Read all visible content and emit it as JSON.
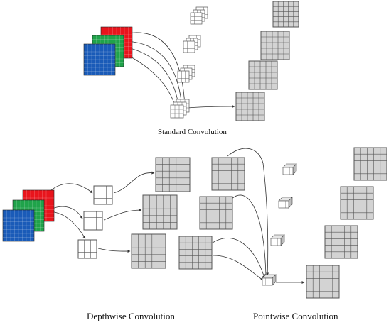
{
  "captions": {
    "standard": "Standard Convolution",
    "depthwise": "Depthwise Convolution",
    "pointwise": "Pointwise Convolution"
  },
  "colors": {
    "red_channel": "#e8141c",
    "green_channel": "#1fa34a",
    "blue_channel": "#1a5bb8",
    "feature_map_fill": "#d3d3d3",
    "grid_line": "#555555",
    "arrow": "#333333"
  }
}
